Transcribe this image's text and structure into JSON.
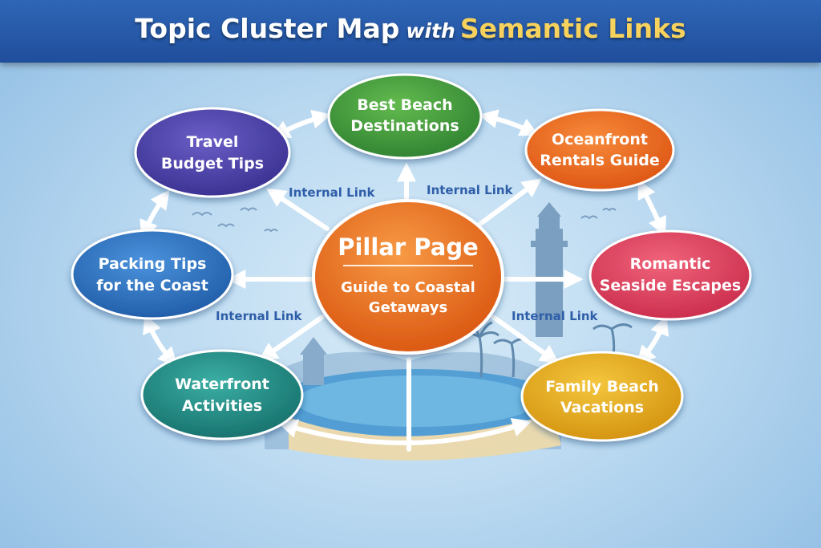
{
  "header": {
    "title_main": "Topic Cluster Map",
    "title_with": "with",
    "title_highlight": "Semantic Links"
  },
  "pillar": {
    "title": "Pillar Page",
    "subtitle_line1": "Guide to Coastal",
    "subtitle_line2": "Getaways"
  },
  "clusters": [
    {
      "id": "best-beach",
      "line1": "Best Beach",
      "line2": "Destinations",
      "color": "#3f9a3c"
    },
    {
      "id": "oceanfront",
      "line1": "Oceanfront",
      "line2": "Rentals Guide",
      "color": "#ef6a1c"
    },
    {
      "id": "romantic",
      "line1": "Romantic",
      "line2": "Seaside Escapes",
      "color": "#e1405e"
    },
    {
      "id": "family",
      "line1": "Family Beach",
      "line2": "Vacations",
      "color": "#e7ad1d"
    },
    {
      "id": "waterfront",
      "line1": "Waterfront",
      "line2": "Activities",
      "color": "#1e8e86"
    },
    {
      "id": "packing",
      "line1": "Packing Tips",
      "line2": "for the Coast",
      "color": "#2c73c4"
    },
    {
      "id": "budget",
      "line1": "Travel",
      "line2": "Budget Tips",
      "color": "#4a3fa8"
    }
  ],
  "link_labels": [
    "Internal Link",
    "Internal Link",
    "Internal Link",
    "Internal Link"
  ],
  "colors": {
    "pillar": "#ee6d1d",
    "banner": "#2459a8",
    "link_label": "#2f5ea8",
    "highlight": "#f7d25c"
  }
}
